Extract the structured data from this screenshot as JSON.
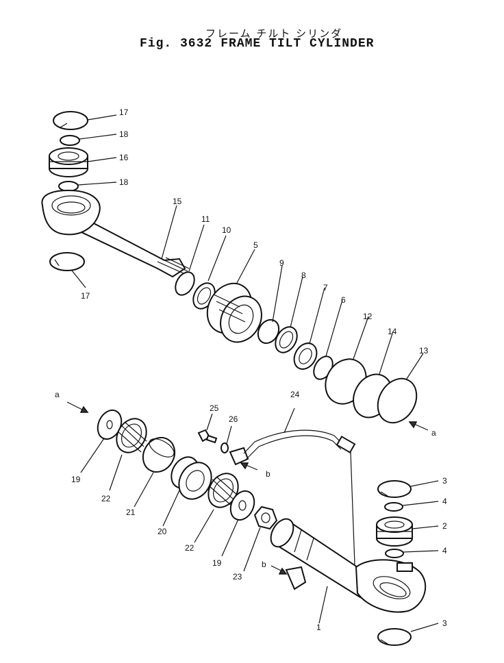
{
  "title": {
    "japanese": "フレーム チルト シリンダ",
    "fig_label": "Fig. 3632",
    "name": "FRAME TILT CYLINDER"
  },
  "callouts": [
    "1",
    "2",
    "3",
    "3",
    "4",
    "4",
    "5",
    "6",
    "7",
    "8",
    "9",
    "10",
    "11",
    "12",
    "13",
    "14",
    "15",
    "16",
    "17",
    "17",
    "18",
    "18",
    "19",
    "19",
    "20",
    "21",
    "22",
    "22",
    "23",
    "24",
    "25",
    "26"
  ],
  "reference_marks": [
    "a",
    "a",
    "b",
    "b"
  ]
}
